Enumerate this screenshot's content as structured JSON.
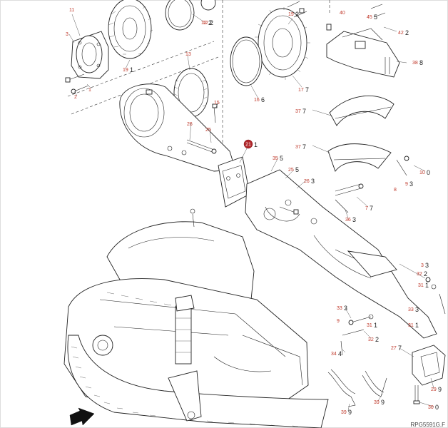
{
  "diagram": {
    "reference_code": "RPG5591G.F",
    "hotspot": {
      "num": "21",
      "qty": "1"
    },
    "callouts": [
      {
        "num": "11",
        "qty": ""
      },
      {
        "num": "3",
        "qty": ""
      },
      {
        "num": "2",
        "qty": ""
      },
      {
        "num": "1",
        "qty": ""
      },
      {
        "num": "19",
        "qty": "1"
      },
      {
        "num": "12",
        "qty": "2"
      },
      {
        "num": "13",
        "qty": ""
      },
      {
        "num": "12",
        "qty": "2"
      },
      {
        "num": "19",
        "qty": "2"
      },
      {
        "num": "17",
        "qty": "7"
      },
      {
        "num": "16",
        "qty": "6"
      },
      {
        "num": "15",
        "qty": ""
      },
      {
        "num": "26",
        "qty": ""
      },
      {
        "num": "25",
        "qty": ""
      },
      {
        "num": "35",
        "qty": "5"
      },
      {
        "num": "25",
        "qty": "5"
      },
      {
        "num": "26",
        "qty": "3"
      },
      {
        "num": "36",
        "qty": "3"
      },
      {
        "num": "7",
        "qty": "7"
      },
      {
        "num": "40",
        "qty": ""
      },
      {
        "num": "45",
        "qty": "5"
      },
      {
        "num": "42",
        "qty": "2"
      },
      {
        "num": "38",
        "qty": "8"
      },
      {
        "num": "37",
        "qty": "7"
      },
      {
        "num": "37",
        "qty": "7"
      },
      {
        "num": "10",
        "qty": "0"
      },
      {
        "num": "9",
        "qty": "3"
      },
      {
        "num": "8",
        "qty": ""
      },
      {
        "num": "3",
        "qty": "3"
      },
      {
        "num": "32",
        "qty": "2"
      },
      {
        "num": "31",
        "qty": "1"
      },
      {
        "num": "33",
        "qty": "3"
      },
      {
        "num": "9",
        "qty": ""
      },
      {
        "num": "31",
        "qty": "1"
      },
      {
        "num": "32",
        "qty": "2"
      },
      {
        "num": "34",
        "qty": "4"
      },
      {
        "num": "27",
        "qty": "7"
      },
      {
        "num": "29",
        "qty": "9"
      },
      {
        "num": "30",
        "qty": "0"
      },
      {
        "num": "39",
        "qty": "9"
      },
      {
        "num": "39",
        "qty": "9"
      },
      {
        "num": "33",
        "qty": "3"
      },
      {
        "num": "31",
        "qty": "1"
      }
    ]
  }
}
